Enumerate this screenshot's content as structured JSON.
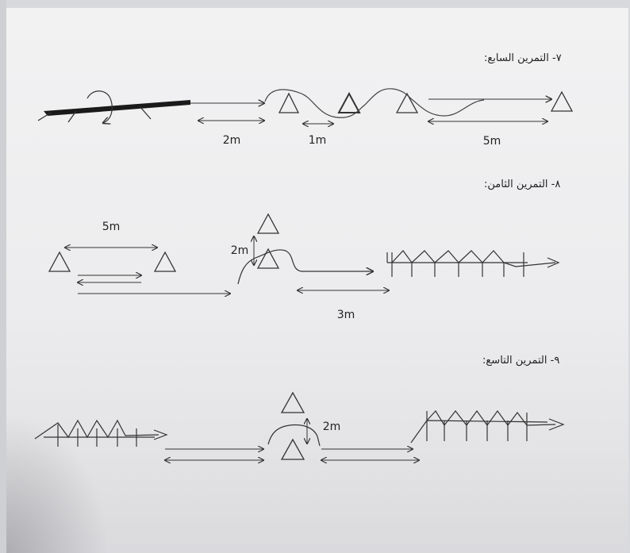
{
  "exercises": [
    {
      "title": "٧- التمرين السابع:",
      "distances": [
        "2m",
        "1m",
        "5m"
      ]
    },
    {
      "title": "٨- التمرين الثامن:",
      "distances": [
        "5m",
        "2m",
        "3m"
      ]
    },
    {
      "title": "٩- التمرين التاسع:",
      "distances": [
        "2m"
      ]
    }
  ]
}
